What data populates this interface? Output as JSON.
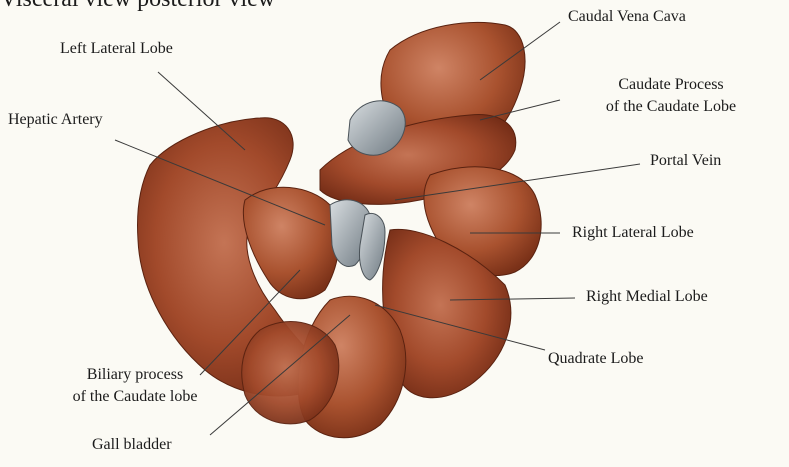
{
  "figure": {
    "title_partial": "Visceral view posterior view"
  },
  "labels": {
    "caudal_vena_cava": "Caudal Vena Cava",
    "left_lateral_lobe": "Left Lateral Lobe",
    "caudate_process": [
      "Caudate Process",
      "of the Caudate Lobe"
    ],
    "hepatic_artery": "Hepatic Artery",
    "portal_vein": "Portal Vein",
    "right_lateral_lobe": "Right Lateral Lobe",
    "right_medial_lobe": "Right Medial Lobe",
    "quadrate_lobe": "Quadrate Lobe",
    "biliary_process": [
      "Biliary process",
      "of the Caudate lobe"
    ],
    "gall_bladder": "Gall bladder"
  },
  "colors": {
    "liver_dark": "#7a2f18",
    "liver_mid": "#a4482a",
    "liver_light": "#c2714e",
    "vessel": "#9aa4ab",
    "leader": "#3a3a3a"
  }
}
